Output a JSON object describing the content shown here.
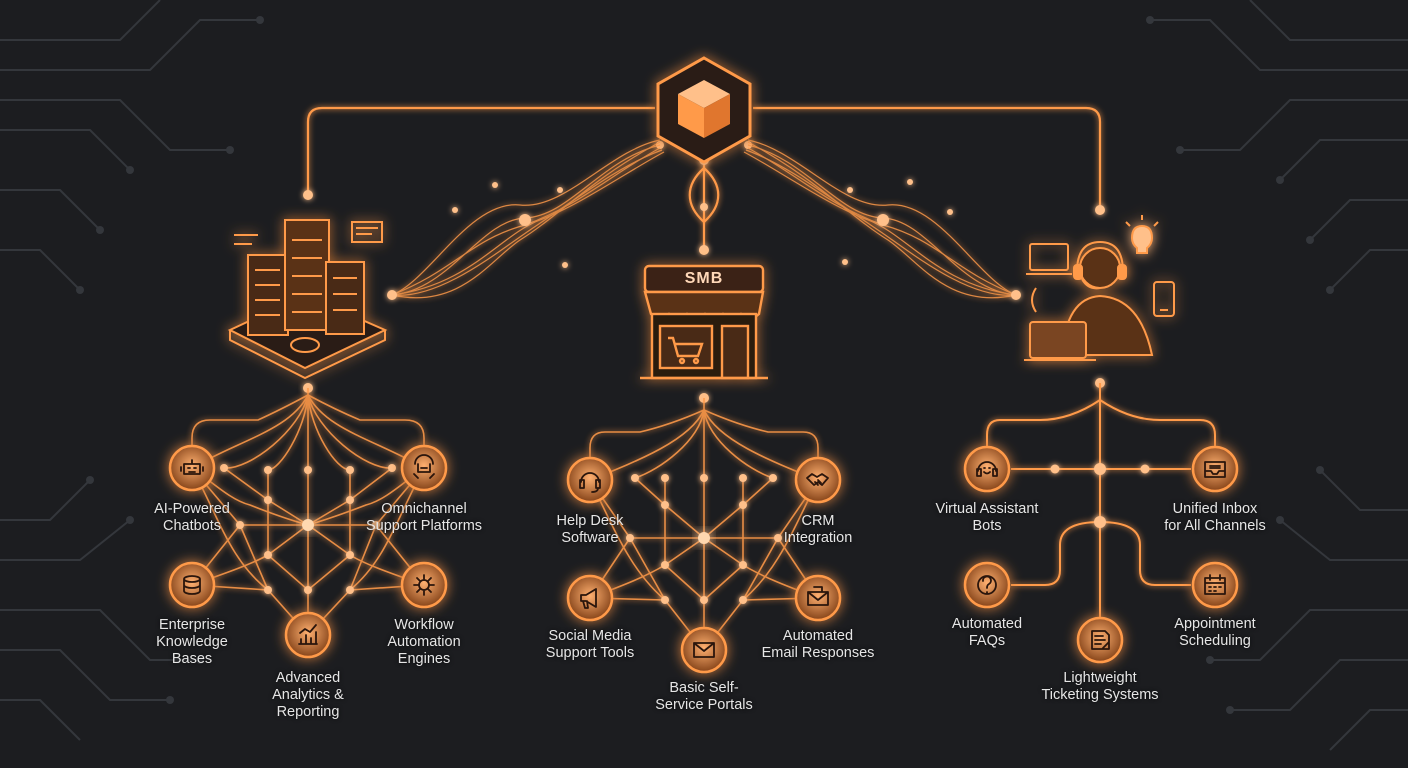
{
  "center": {
    "sign": "SMB"
  },
  "colors": {
    "background": "#1c1d20",
    "accent": "#ff9a4a",
    "accent_light": "#ffc08a",
    "circuit": "#3a3d42"
  },
  "icons": {
    "top": "cube-icon",
    "left": "city-buildings-icon",
    "center": "storefront-icon",
    "right": "support-agent-icon"
  },
  "left_group": {
    "items": [
      {
        "label": "AI-Powered\nChatbots",
        "icon": "robot-icon"
      },
      {
        "label": "Omnichannel\nSupport Platforms",
        "icon": "channels-icon"
      },
      {
        "label": "Enterprise\nKnowledge\nBases",
        "icon": "database-icon"
      },
      {
        "label": "Workflow\nAutomation\nEngines",
        "icon": "gear-icon"
      },
      {
        "label": "Advanced\nAnalytics &\nReporting",
        "icon": "chart-icon"
      }
    ]
  },
  "center_group": {
    "items": [
      {
        "label": "Help Desk\nSoftware",
        "icon": "headset-icon"
      },
      {
        "label": "CRM\nIntegration",
        "icon": "handshake-icon"
      },
      {
        "label": "Social Media\nSupport Tools",
        "icon": "megaphone-icon"
      },
      {
        "label": "Automated\nEmail Responses",
        "icon": "email-icon"
      },
      {
        "label": "Basic Self-\nService Portals",
        "icon": "envelope-icon"
      }
    ]
  },
  "right_group": {
    "items": [
      {
        "label": "Virtual Assistant\nBots",
        "icon": "chat-bot-icon"
      },
      {
        "label": "Unified Inbox\nfor All Channels",
        "icon": "inbox-icon"
      },
      {
        "label": "Automated\nFAQs",
        "icon": "question-icon"
      },
      {
        "label": "Appointment\nScheduling",
        "icon": "calendar-icon"
      },
      {
        "label": "Lightweight\nTicketing Systems",
        "icon": "ticket-icon"
      }
    ]
  }
}
